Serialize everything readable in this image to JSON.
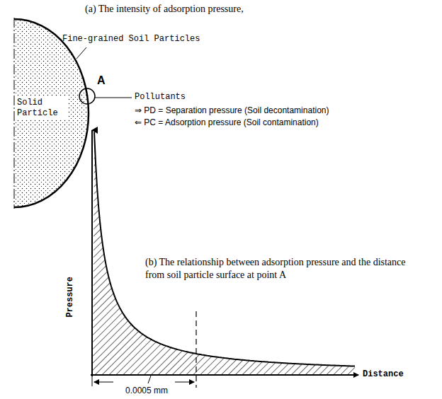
{
  "diagram": {
    "nodes": [
      {
        "text": [
          "Solid Particle"
        ]
      }
    ],
    "labels": [
      "(a) The intensity of adsorption pressure,",
      "Fine-grained Soil Particles",
      "A",
      "Pollutants",
      "⇒ PD = Separation pressure (Soil decontamination)",
      "⇐ PC = Adsorption pressure (Soil contamination)",
      "(b) The relationship between adsorption pressure and the distance from soil particle surface at point A",
      "Pressure",
      "Distance",
      "0.0005 mm"
    ]
  }
}
